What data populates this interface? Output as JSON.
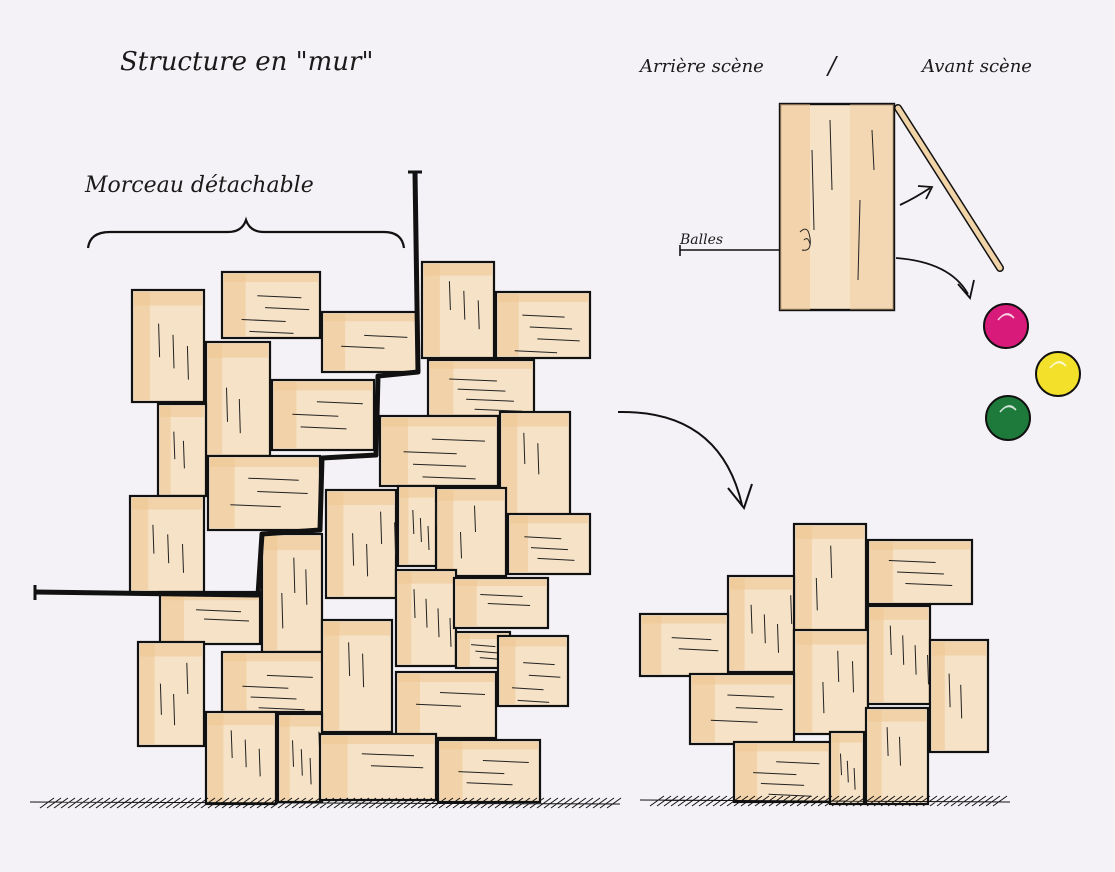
{
  "title": "Structure en \"mur\"",
  "detachable_label": "Morceau détachable",
  "scene_labels": {
    "back": "Arrière scène",
    "separator": "/",
    "front": "Avant scène"
  },
  "balls_label": "Balles",
  "ball_colors": [
    "#d81b7a",
    "#f2e02a",
    "#1e7a3a"
  ],
  "wood_color": "#f6e2c6",
  "wood_shade_color": "#efc48f",
  "ink_color": "#111111"
}
